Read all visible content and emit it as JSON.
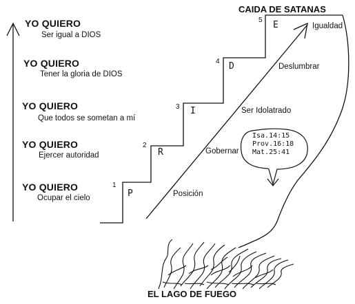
{
  "title": "CAIDA DE SATANAS",
  "footer": "EL LAGO DE FUEGO",
  "wants": [
    {
      "heading": "YO QUIERO",
      "text": "Ser igual a DIOS"
    },
    {
      "heading": "YO QUIERO",
      "text": "Tener la gloria de DIOS"
    },
    {
      "heading": "YO QUIERO",
      "text": "Que todos se sometan a mí"
    },
    {
      "heading": "YO QUIERO",
      "text": "Ejercer autoridad"
    },
    {
      "heading": "YO QUIERO",
      "text": "Ocupar el cielo"
    }
  ],
  "steps": [
    {
      "num": "1",
      "letter": "P",
      "label": "Posición"
    },
    {
      "num": "2",
      "letter": "R",
      "label": "Gobernar"
    },
    {
      "num": "3",
      "letter": "I",
      "label": "Ser Idolatrado"
    },
    {
      "num": "4",
      "letter": "D",
      "label": "Deslumbrar"
    },
    {
      "num": "5",
      "letter": "E",
      "label": "Igualdad"
    }
  ],
  "references": [
    "Isa.14:15",
    "Prov.16:18",
    "Mat.25:41"
  ]
}
